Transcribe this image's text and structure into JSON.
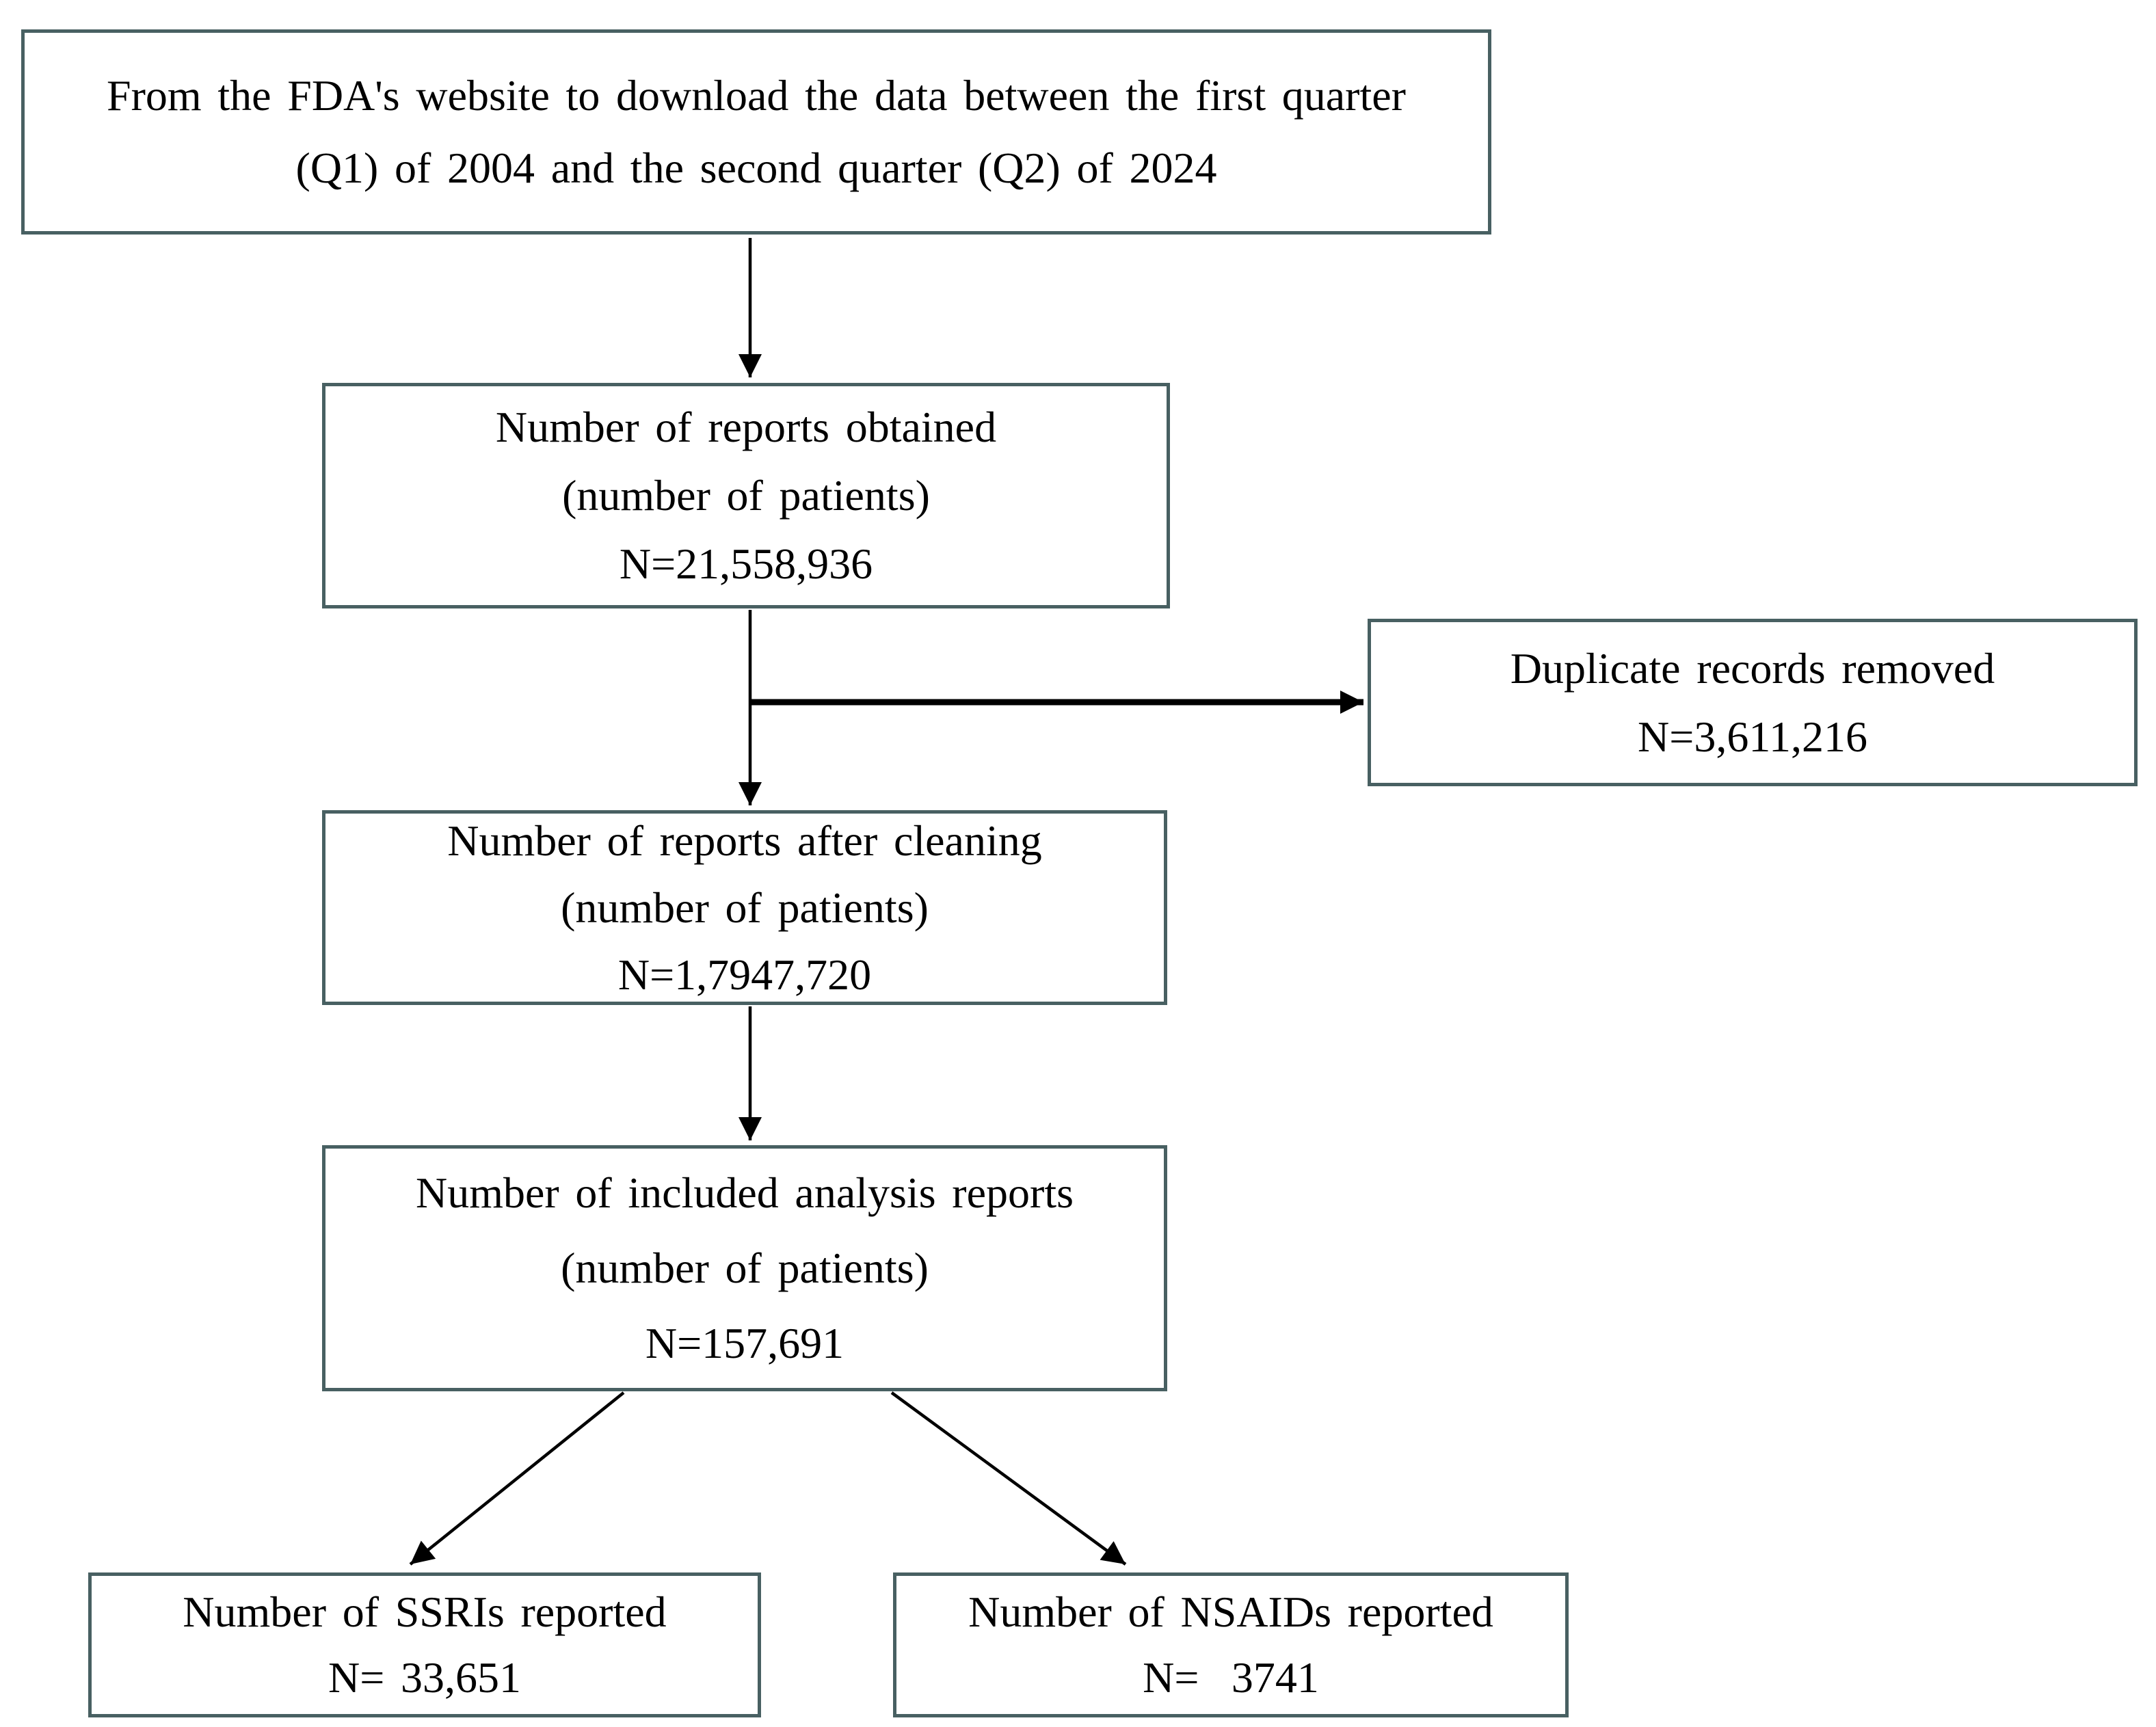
{
  "colors": {
    "page-bg": "#ffffff",
    "box-bg": "#ffffff",
    "box-border": "#486062",
    "line": "#000000",
    "text": "#000000"
  },
  "flowchart": {
    "source_box": {
      "lines": [
        "From the FDA's website to download the data between the first quarter",
        "(Q1) of 2004 and the second quarter (Q2) of 2024"
      ]
    },
    "obtained_box": {
      "lines": [
        "Number of reports obtained",
        "(number of patients)",
        "N=21,558,936"
      ]
    },
    "duplicates_box": {
      "lines": [
        "Duplicate records removed",
        "N=3,611,216"
      ]
    },
    "cleaned_box": {
      "lines": [
        "Number of reports after cleaning",
        "(number of patients)",
        "N=1,7947,720"
      ]
    },
    "included_box": {
      "lines": [
        "Number of included analysis reports",
        "(number of patients)",
        "N=157,691"
      ]
    },
    "ssri_box": {
      "lines": [
        "Number of SSRIs reported",
        "N= 33,651"
      ]
    },
    "nsaid_box": {
      "lines": [
        "Number of NSAIDs reported",
        "N=  3741"
      ]
    }
  }
}
